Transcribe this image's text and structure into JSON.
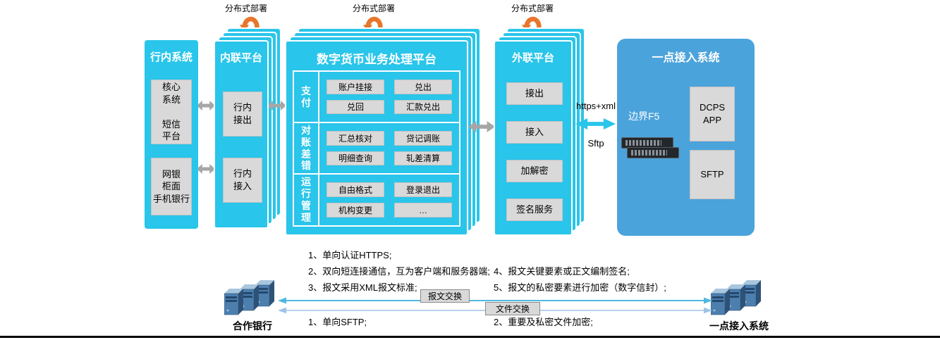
{
  "deploy": {
    "label": "分布式部署"
  },
  "inbank": {
    "title": "行内系统",
    "core_box": "核心\n系统\n\n短信\n平台",
    "channel_box": "网银\n柜面\n手机银行"
  },
  "internal_platform": {
    "title": "内联平台",
    "out_box": "行内\n接出",
    "in_box": "行内\n接入"
  },
  "dc_platform": {
    "title": "数字货币业务处理平台",
    "rows": [
      {
        "label": "支付",
        "items": [
          "账户挂接",
          "兑出",
          "兑回",
          "汇款兑出"
        ]
      },
      {
        "label": "对账差错",
        "items": [
          "汇总核对",
          "贷记调账",
          "明细查询",
          "轧差清算"
        ]
      },
      {
        "label": "运行管理",
        "items": [
          "自由格式",
          "登录退出",
          "机构变更",
          "…"
        ]
      }
    ]
  },
  "external_platform": {
    "title": "外联平台",
    "items": [
      "接出",
      "接入",
      "加解密",
      "签名服务"
    ]
  },
  "onepoint": {
    "title": "一点接入系统",
    "f5_label": "边界F5",
    "dcps_box": "DCPS\nAPP",
    "sftp_box": "SFTP"
  },
  "link_labels": {
    "https": "https+xml",
    "sftp": "Sftp"
  },
  "bottom": {
    "left_label": "合作银行",
    "right_label": "一点接入系统",
    "msg_exchange": "报文交换",
    "file_exchange": "文件交换",
    "notes_msg": [
      "1、单向认证HTTPS;",
      "2、双向短连接通信，互为客户端和服务器端;",
      "3、报文采用XML报文标准;",
      "4、报文关键要素或正文编制签名;",
      "5、报文的私密要素进行加密（数字信封）;"
    ],
    "notes_file": [
      "1、单向SFTP;",
      "2、重要及私密文件加密;"
    ]
  },
  "colors": {
    "cyan": "#29C5EA",
    "blue": "#4BA3DB",
    "orange": "#E8762C",
    "gray_box": "#D9D9D9",
    "arrow_gray": "#A6A6A6"
  }
}
